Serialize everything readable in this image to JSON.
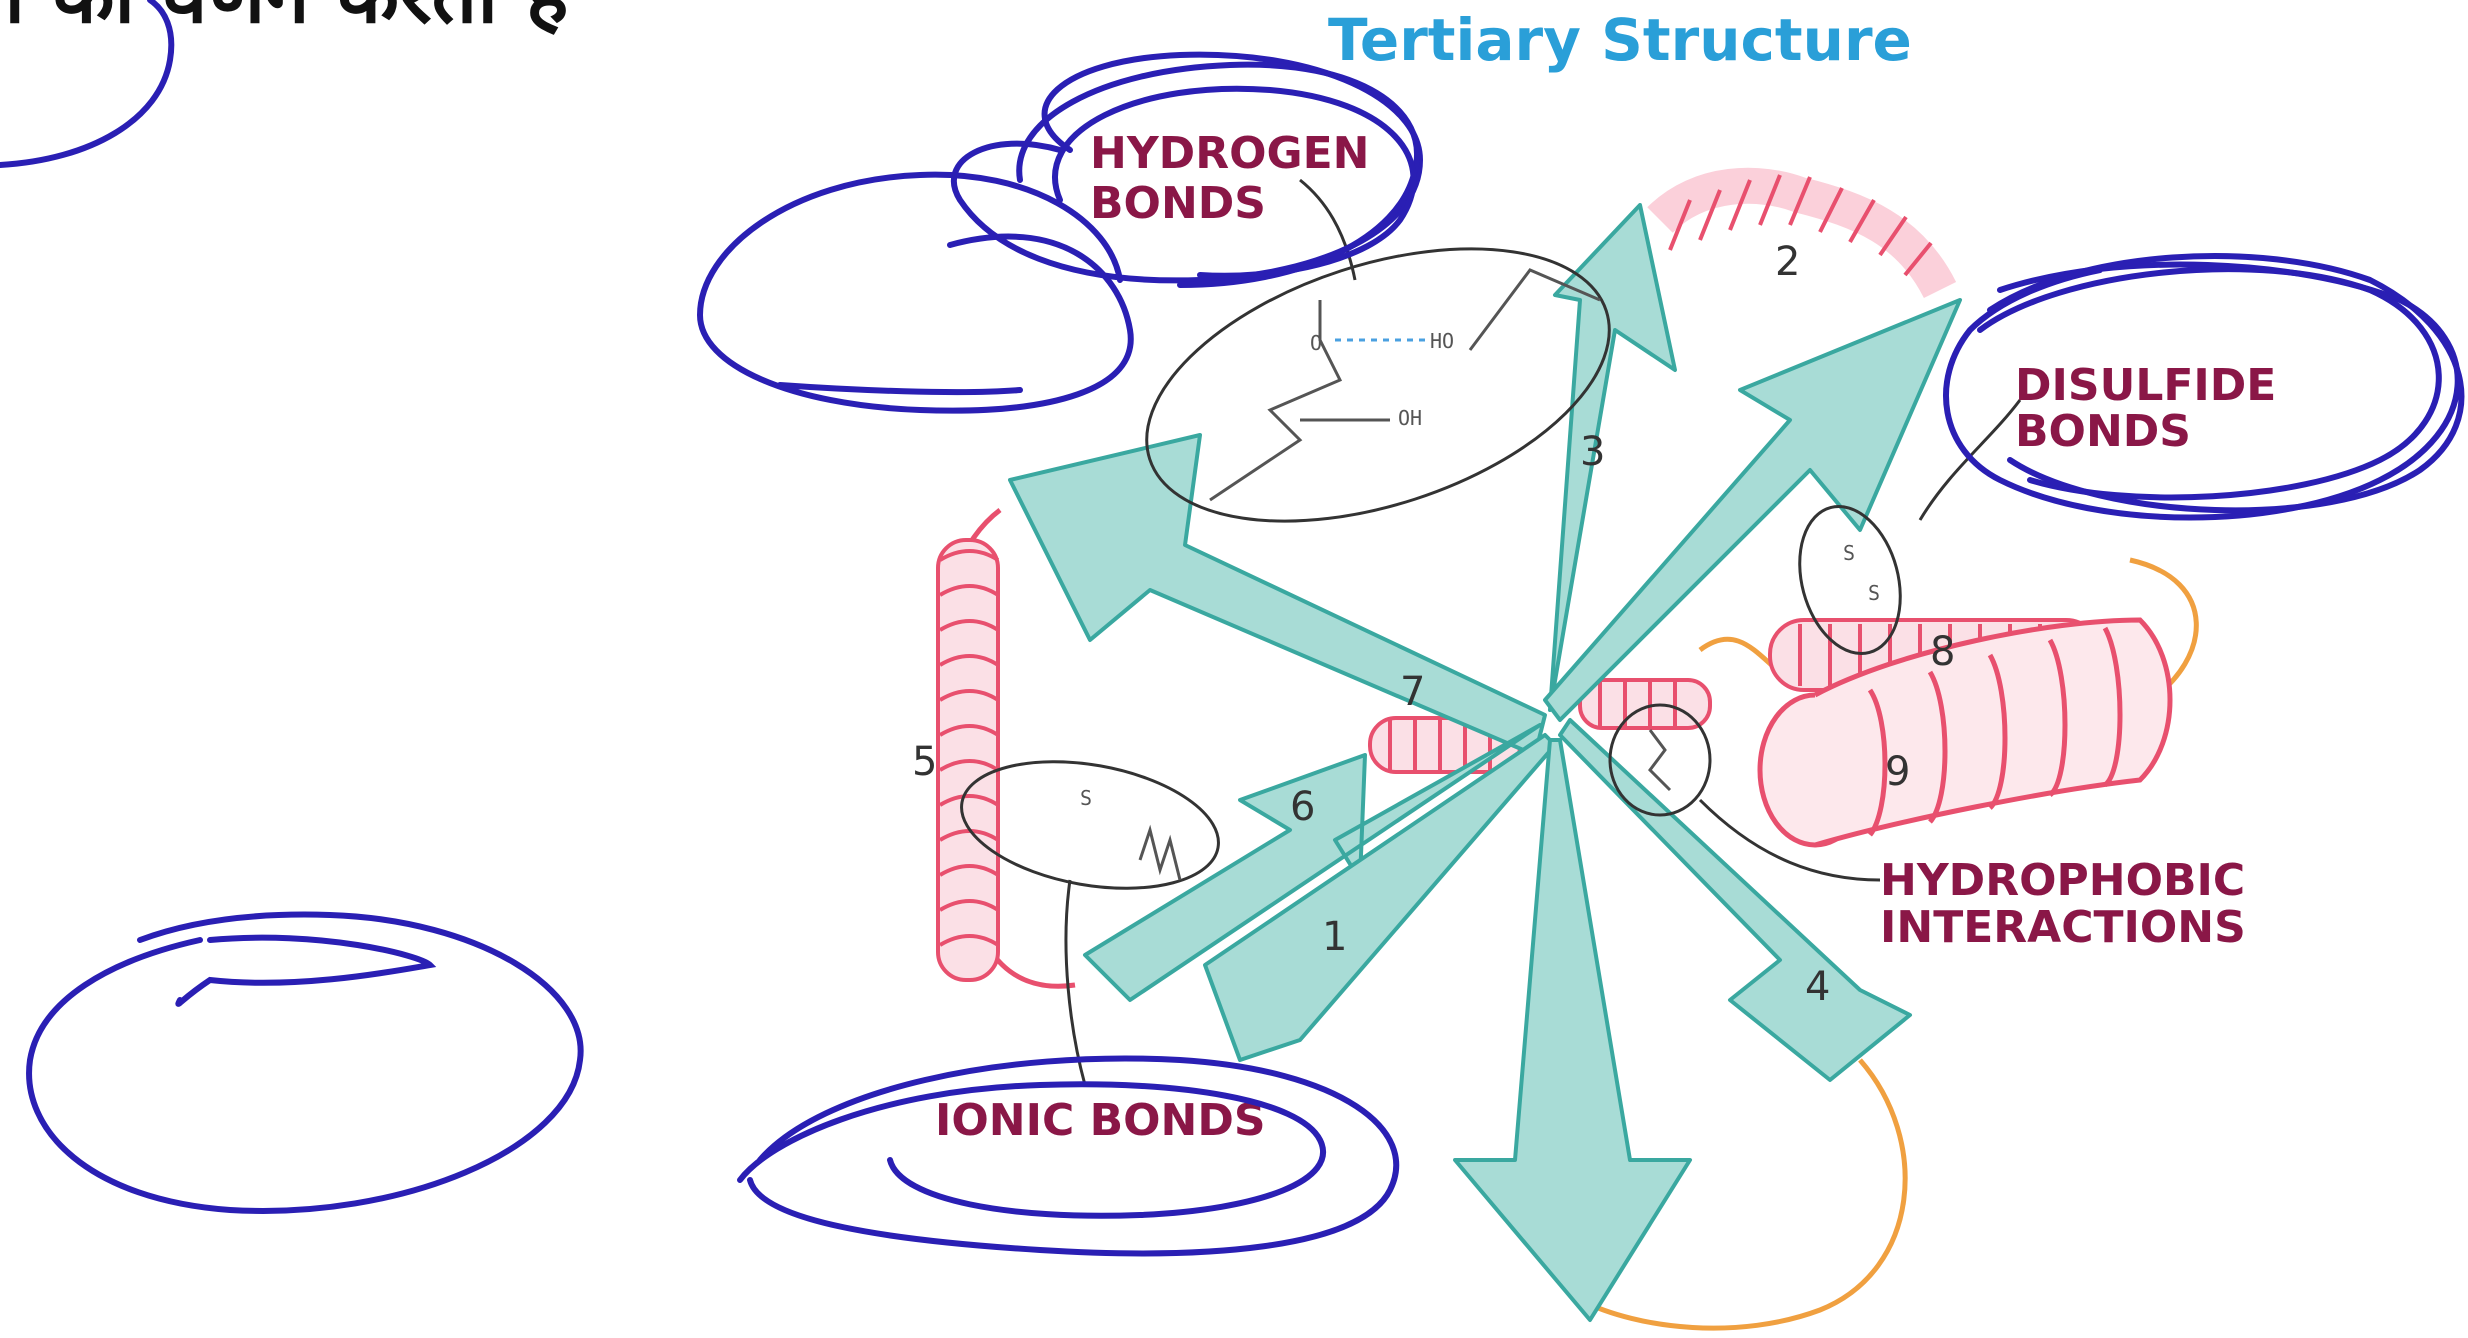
{
  "header_text": "ना का वर्णन करता है",
  "diagram": {
    "title": "Tertiary Structure",
    "labels": {
      "hydrogen_bonds": [
        "HYDROGEN",
        "BONDS"
      ],
      "disulfide_bonds": [
        "DISULFIDE",
        "BONDS"
      ],
      "hydrophobic_interactions": [
        "HYDROPHOBIC",
        "INTERACTIONS"
      ],
      "ionic_bonds": "IONIC BONDS"
    },
    "numbers": [
      "1",
      "2",
      "3",
      "4",
      "5",
      "6",
      "7",
      "8",
      "9"
    ],
    "chem_labels": {
      "ho": "HO",
      "oh": "OH",
      "o": "O",
      "s1": "S",
      "s2": "S",
      "s3": "S"
    }
  },
  "colors": {
    "sheet_fill": "#a8dcd6",
    "sheet_stroke": "#3aa8a0",
    "helix": "#e8506e",
    "loop": "#f0a040",
    "annotation_ink": "#2a1fb4",
    "label": "#8a1747",
    "title": "#2a9fd8"
  }
}
